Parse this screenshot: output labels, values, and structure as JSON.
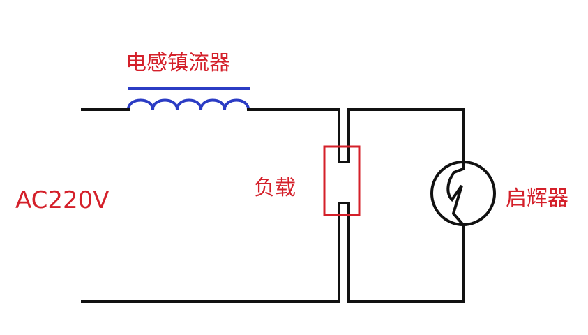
{
  "labels": {
    "ballast": "电感镇流器",
    "load": "负载",
    "starter": "启辉器",
    "source": "AC220V"
  },
  "colors": {
    "label_text": "#d4202a",
    "wire": "#111111",
    "coil": "#2b3cc4",
    "core": "#2b3cc4",
    "load_box": "#d4202a"
  }
}
